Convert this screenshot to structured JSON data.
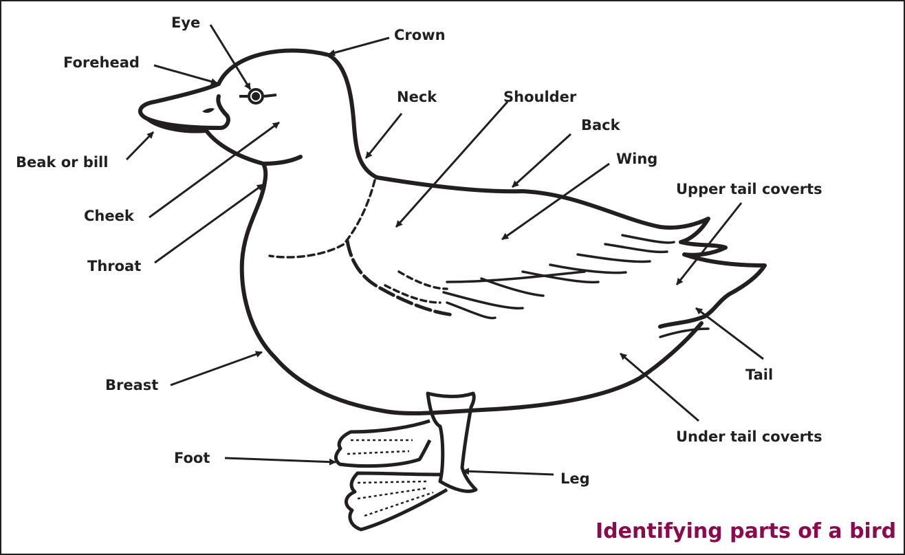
{
  "title": "Identifying parts of a bird",
  "colors": {
    "title": "#8b0a4e",
    "ink": "#231f20",
    "background": "#ffffff"
  },
  "labels": {
    "eye": "Eye",
    "crown": "Crown",
    "forehead": "Forehead",
    "neck": "Neck",
    "shoulder": "Shoulder",
    "back": "Back",
    "wing": "Wing",
    "beak": "Beak or bill",
    "upper_tail_coverts": "Upper tail coverts",
    "cheek": "Cheek",
    "throat": "Throat",
    "breast": "Breast",
    "tail": "Tail",
    "under_tail_coverts": "Under tail coverts",
    "foot": "Foot",
    "leg": "Leg"
  }
}
